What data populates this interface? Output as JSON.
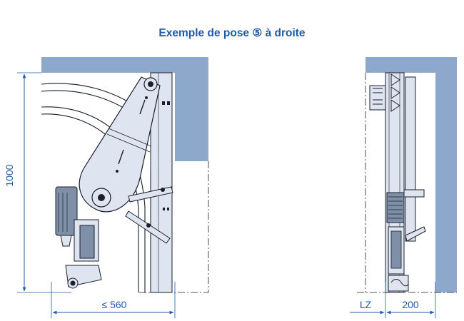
{
  "title": "Exemple de pose ⑤ à droite",
  "dimensions": {
    "height": "1000",
    "width_max": "≤ 560",
    "lz": "LZ",
    "side_depth": "200"
  },
  "colors": {
    "wall": "#8ea8cc",
    "part_fill": "#dfe5f0",
    "part_dark": "#7f8fa8",
    "line": "#1a1f2a",
    "dimension": "#1f5aa6"
  }
}
